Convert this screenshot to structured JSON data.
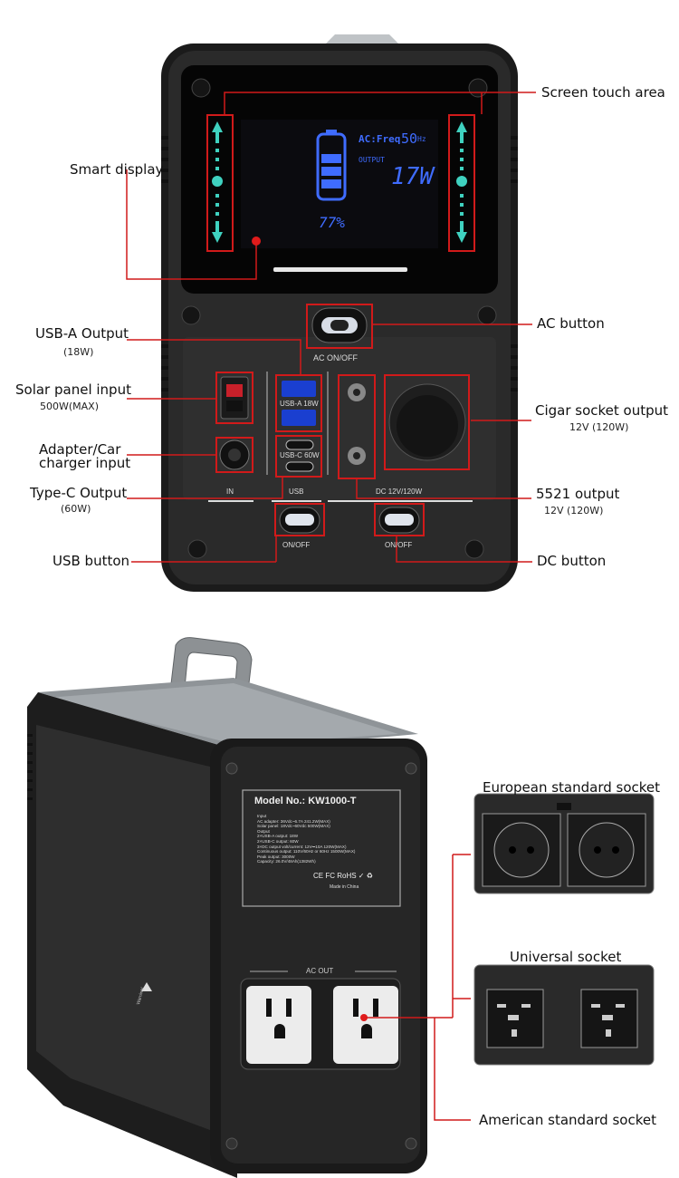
{
  "top_device": {
    "lcd": {
      "freq_label": "AC:Freq",
      "freq_value": "50",
      "freq_unit": "Hz",
      "output_label": "OUTPUT",
      "output_value": "17W",
      "percent": "77%"
    },
    "panel": {
      "ac_label": "AC ON/OFF",
      "usba_label": "USB-A 18W",
      "usbc_label": "USB-C 60W",
      "in_label": "IN",
      "usb_label": "USB",
      "dc_label": "DC 12V/120W",
      "usb_onoff": "ON/OFF",
      "dc_onoff": "ON/OFF"
    },
    "callouts": {
      "smart_display": "Smart display",
      "screen_touch": "Screen touch area",
      "ac_button": "AC button",
      "usba_output": "USB-A Output",
      "usba_output_sub": "(18W)",
      "solar_input": "Solar panel input",
      "solar_input_sub": "500W(MAX)",
      "adapter_input_l1": "Adapter/Car",
      "adapter_input_l2": "charger input",
      "typec_output": "Type-C Output",
      "typec_output_sub": "(60W)",
      "usb_button": "USB button",
      "cigar_output": "Cigar socket output",
      "cigar_output_sub": "12V (120W)",
      "dc5521_output": "5521 output",
      "dc5521_output_sub": "12V (120W)",
      "dc_button": "DC button"
    }
  },
  "bottom_device": {
    "plate": {
      "model": "Model No.: KW1000-T",
      "lines": [
        "Input",
        "AC adapter: 36Vdc~6.7A  241.2W(MAX)",
        "Solar panel: 18Vdc~60Vdc 500W(MAX)",
        "Output",
        "2×USB-A output: 18W",
        "2×USB-C output: 60W",
        "3×DC output volt/current: 12V⎓10A 120W(MAX)",
        "Continuous output: 110V/60Hz or 60Hz 1500W(MAX)",
        "Peak output: 3000W",
        "Capacity: 26.0V/48Ah(1382Wh)"
      ],
      "marks": "CE FC RoHS ✓ ♻",
      "made_in": "Made in China"
    },
    "ac_out": "AC OUT",
    "side_warning": "Warning!",
    "callouts": {
      "european": "European standard socket",
      "universal": "Universal socket",
      "american": "American standard socket"
    }
  }
}
